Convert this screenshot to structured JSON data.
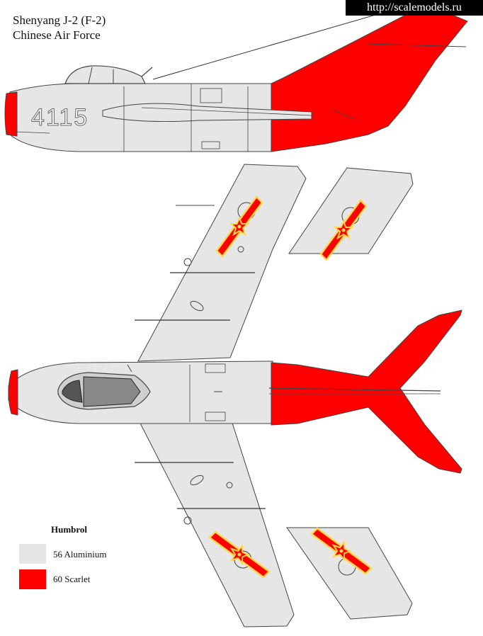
{
  "header": {
    "line1": "Shenyang J-2 (F-2)",
    "line2": "Chinese Air Force"
  },
  "watermark": "http://scalemodels.ru",
  "aircraft": {
    "serial": "4115"
  },
  "legend": {
    "title": "Humbrol",
    "items": [
      {
        "label": "56 Aluminium",
        "color": "#e6e6e6"
      },
      {
        "label": "60  Scarlet",
        "color": "#ff0000"
      }
    ]
  },
  "colors": {
    "aluminium": "#e6e6e6",
    "scarlet": "#ff0000",
    "insignia_yellow": "#ffe14a"
  }
}
